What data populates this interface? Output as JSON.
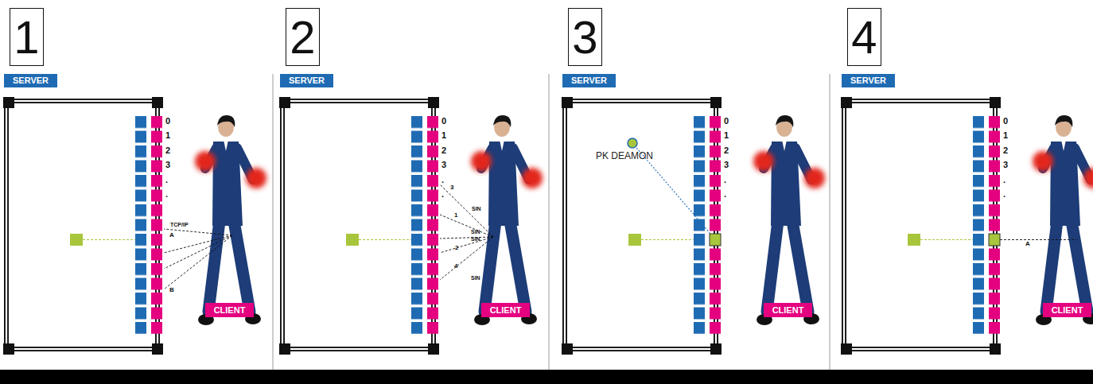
{
  "diagram": {
    "nodes": [
      {
        "text": [
          "1"
        ]
      },
      {
        "text": [
          "SERVER"
        ]
      },
      {
        "text": [
          "CLIENT"
        ]
      },
      {
        "text": [
          "2"
        ]
      },
      {
        "text": [
          "SERVER"
        ]
      },
      {
        "text": [
          "CLIENT"
        ]
      },
      {
        "text": [
          "3"
        ]
      },
      {
        "text": [
          "SERVER"
        ]
      },
      {
        "text": [
          "PK DEAMON"
        ]
      },
      {
        "text": [
          "CLIENT"
        ]
      },
      {
        "text": [
          "4"
        ]
      },
      {
        "text": [
          "SERVER"
        ]
      },
      {
        "text": [
          "CLIENT"
        ]
      }
    ],
    "labels": [
      "0",
      "1",
      "2",
      "3",
      ".",
      ".",
      "TCP/IP",
      "A",
      "B",
      "0",
      "1",
      "2",
      "3",
      ".",
      ".",
      "3",
      "SIN",
      "1",
      "SIN",
      "SIN",
      "2",
      "4",
      "SIN",
      "0",
      "1",
      "2",
      "3",
      ".",
      ".",
      "0",
      "1",
      "2",
      "3",
      ".",
      ".",
      "A"
    ]
  }
}
